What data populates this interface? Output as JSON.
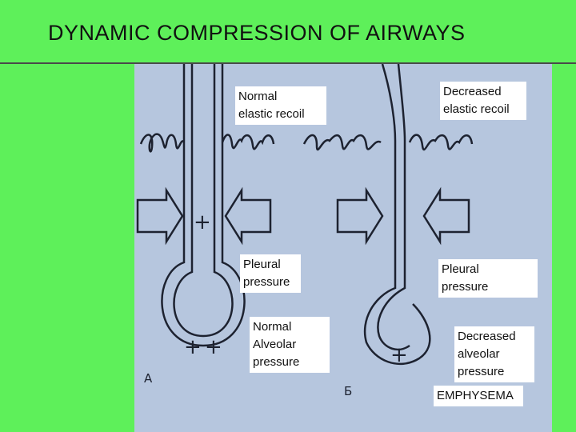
{
  "title": "DYNAMIC  COMPRESSION  OF  AIRWAYS",
  "labels": {
    "normal_recoil": "Normal\nelastic  recoil",
    "decreased_recoil": "Decreased\nelastic  recoil",
    "pleural_left": "Pleural\npressure",
    "pleural_right": "Pleural\npressure",
    "normal_alveolar": "Normal\nAlveolar\npressure",
    "decreased_alveolar": "Decreased\nalveolar\npressure",
    "emphysema": "EMPHYSEMA"
  },
  "diagram_letters": {
    "a": "A",
    "b": "Б"
  },
  "signs": {
    "plus": "+"
  },
  "colors": {
    "green": "#5ef05a",
    "photo_bg": "#b6c6de",
    "ink": "#1d2230"
  }
}
